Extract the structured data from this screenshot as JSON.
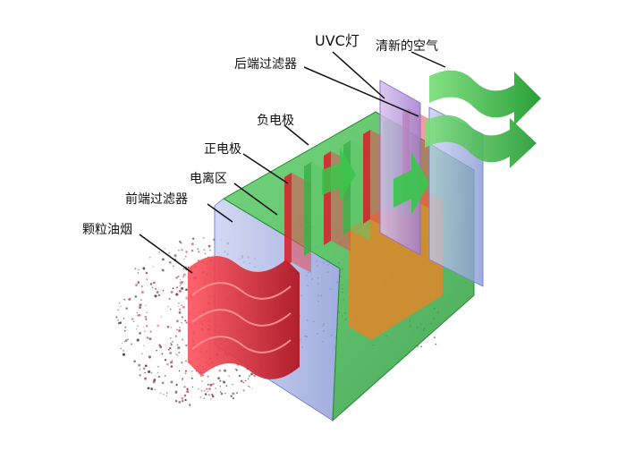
{
  "labels": {
    "uvc_lamp": "UVC灯",
    "clean_air": "清新的空气",
    "rear_filter": "后端过滤器",
    "negative_electrode": "负电极",
    "positive_electrode": "正电极",
    "ionization_zone": "电离区",
    "front_filter": "前端过滤器",
    "oil_smoke": "颗粒油烟"
  },
  "colors": {
    "plate_red": "#d8202a",
    "plate_green": "#35b34a",
    "plate_orange": "#d98a2c",
    "filter_blue": "#9aa7de",
    "uvc_purple": "#b28ad8",
    "arrow_green": "#36c446",
    "particle_dark": "#5a3a48"
  },
  "icons": [
    "particle-cloud-icon",
    "airflow-arrow-icon"
  ]
}
